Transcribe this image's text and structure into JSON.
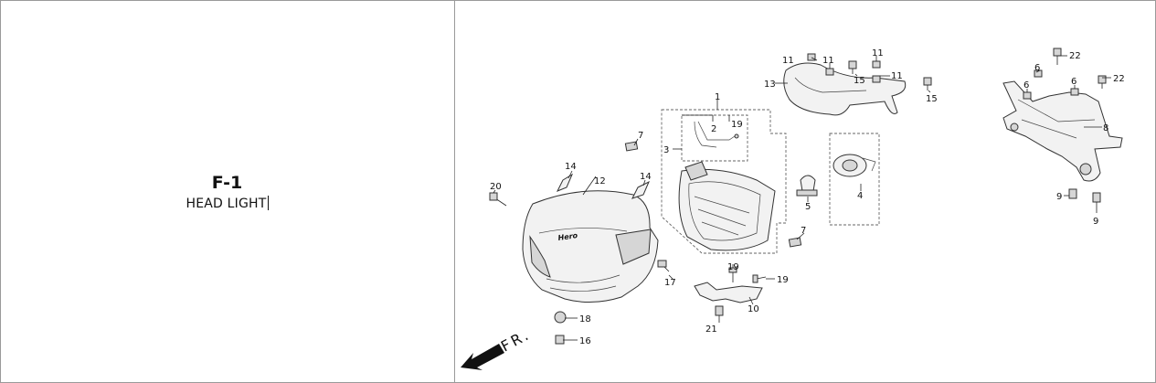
{
  "figure": {
    "code": "F-1",
    "title": "HEAD LIGHT"
  },
  "diagram": {
    "direction_label": "FR.",
    "callouts": [
      {
        "id": "c1",
        "label": "1"
      },
      {
        "id": "c2",
        "label": "2"
      },
      {
        "id": "c3",
        "label": "3"
      },
      {
        "id": "c4",
        "label": "4"
      },
      {
        "id": "c5",
        "label": "5"
      },
      {
        "id": "c6a",
        "label": "6"
      },
      {
        "id": "c6b",
        "label": "6"
      },
      {
        "id": "c6c",
        "label": "6"
      },
      {
        "id": "c7a",
        "label": "7"
      },
      {
        "id": "c7b",
        "label": "7"
      },
      {
        "id": "c8",
        "label": "8"
      },
      {
        "id": "c9a",
        "label": "9"
      },
      {
        "id": "c9b",
        "label": "9"
      },
      {
        "id": "c10",
        "label": "10"
      },
      {
        "id": "c11a",
        "label": "11"
      },
      {
        "id": "c11b",
        "label": "11"
      },
      {
        "id": "c11c",
        "label": "11"
      },
      {
        "id": "c11d",
        "label": "11"
      },
      {
        "id": "c12",
        "label": "12"
      },
      {
        "id": "c13",
        "label": "13"
      },
      {
        "id": "c14a",
        "label": "14"
      },
      {
        "id": "c14b",
        "label": "14"
      },
      {
        "id": "c15a",
        "label": "15"
      },
      {
        "id": "c15b",
        "label": "15"
      },
      {
        "id": "c16",
        "label": "16"
      },
      {
        "id": "c17",
        "label": "17"
      },
      {
        "id": "c18",
        "label": "18"
      },
      {
        "id": "c19a",
        "label": "19"
      },
      {
        "id": "c19b",
        "label": "19"
      },
      {
        "id": "c19c",
        "label": "19"
      },
      {
        "id": "c20",
        "label": "20"
      },
      {
        "id": "c21",
        "label": "21"
      },
      {
        "id": "c22a",
        "label": "22"
      },
      {
        "id": "c22b",
        "label": "22"
      }
    ]
  }
}
